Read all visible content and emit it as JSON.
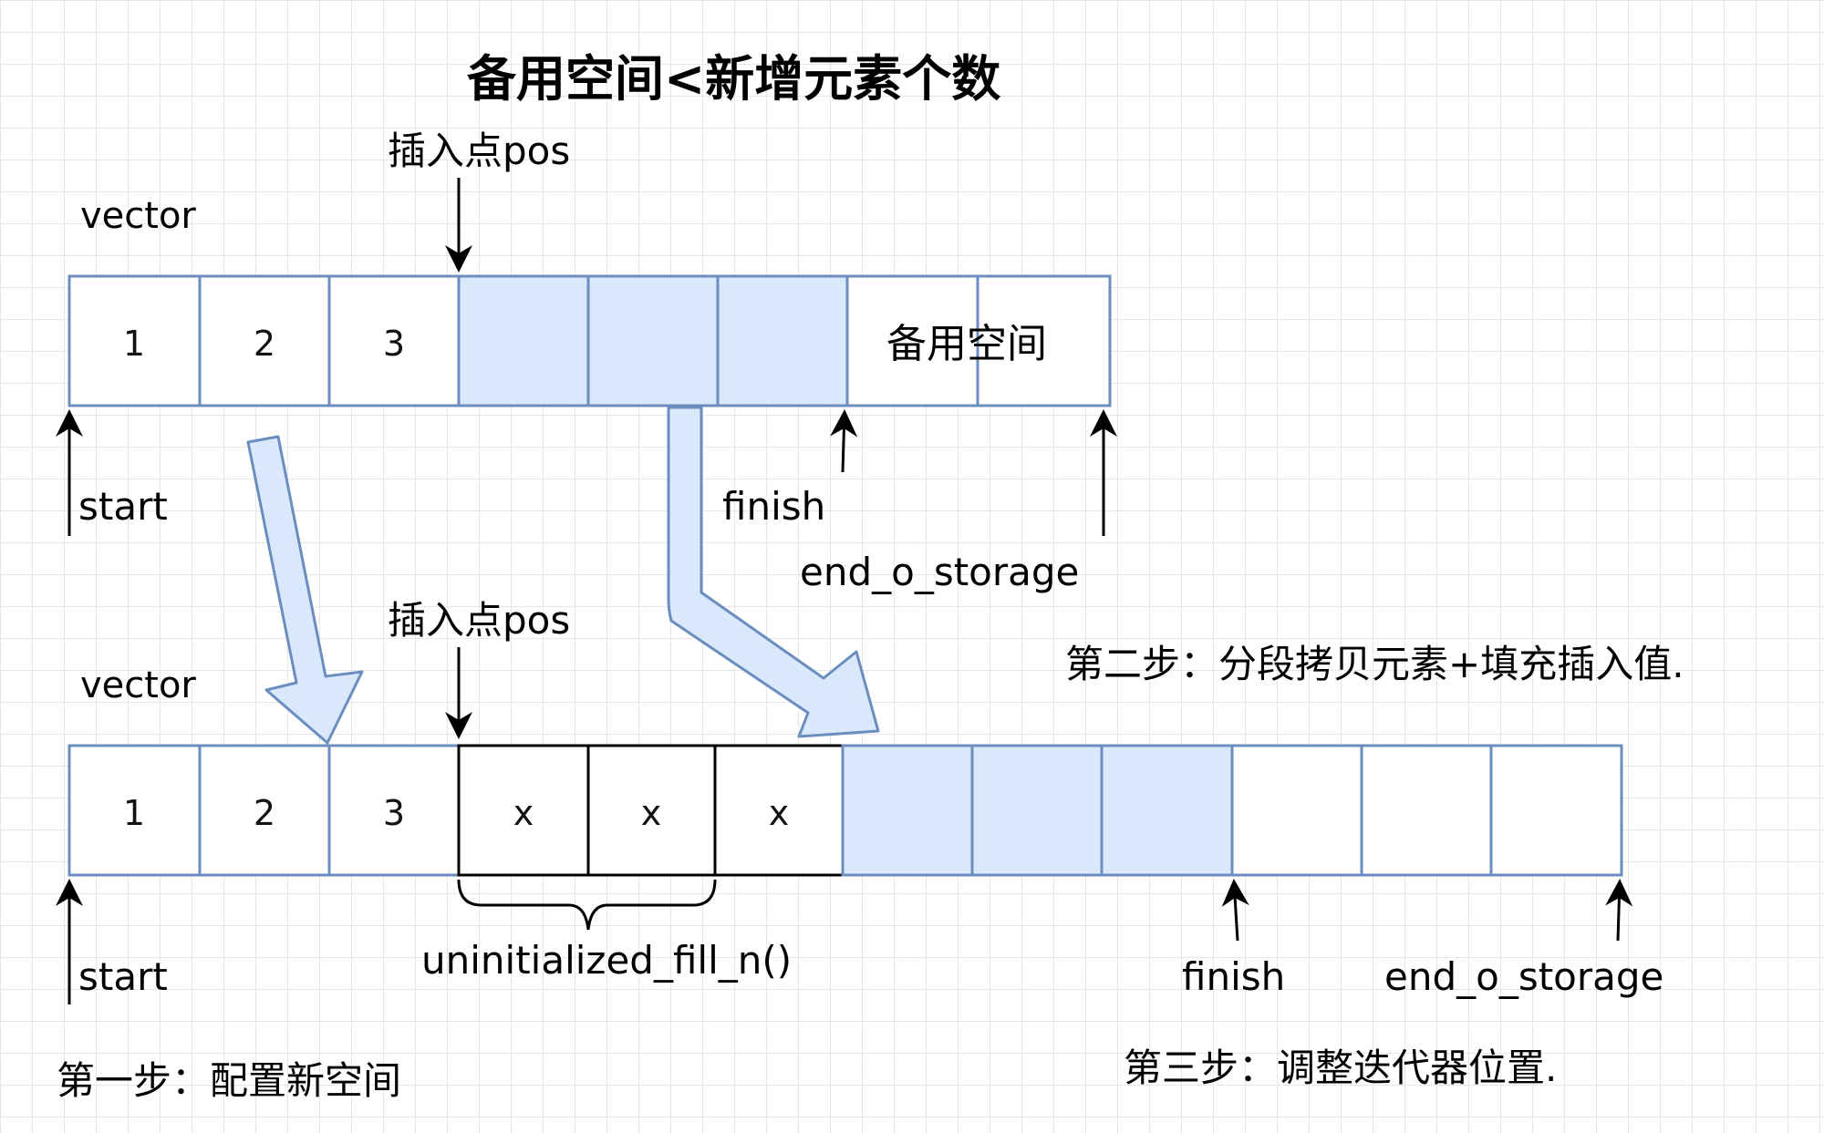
{
  "title": "备用空间<新增元素个数",
  "colors": {
    "title": "#e8891e",
    "cell_border": "#6c8ebf",
    "cell_fill": "#dae8fc",
    "arrow_fill": "#dae8fc",
    "arrow_stroke": "#6c8ebf",
    "text": "#000000"
  },
  "top": {
    "vector_label": "vector",
    "insert_label": "插入点pos",
    "cells": [
      "1",
      "2",
      "3",
      "",
      "",
      ""
    ],
    "spare_label": "备用空间",
    "start_label": "start",
    "finish_label": "finish",
    "end_label": "end_o_storage"
  },
  "step2_label": "第二步：分段拷贝元素+填充插入值.",
  "bottom": {
    "vector_label": "vector",
    "insert_label": "插入点pos",
    "cells": [
      "1",
      "2",
      "3",
      "x",
      "x",
      "x",
      "",
      "",
      "",
      "",
      "",
      ""
    ],
    "fill_label": "uninitialized_fill_n()",
    "start_label": "start",
    "finish_label": "finish",
    "end_label": "end_o_storage"
  },
  "step1_label": "第一步：配置新空间",
  "step3_label": "第三步：调整迭代器位置."
}
